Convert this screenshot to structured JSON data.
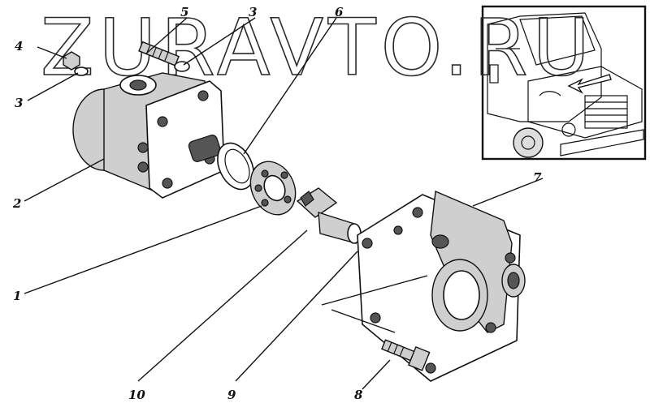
{
  "watermark": "ZURAVTO.RU",
  "corner_mark": "",
  "callouts": [
    {
      "id": "1",
      "text": "1"
    },
    {
      "id": "2",
      "text": "2"
    },
    {
      "id": "3a",
      "text": "3"
    },
    {
      "id": "3b",
      "text": "3"
    },
    {
      "id": "4",
      "text": "4"
    },
    {
      "id": "5",
      "text": "5"
    },
    {
      "id": "6",
      "text": "6"
    },
    {
      "id": "7",
      "text": "7"
    },
    {
      "id": "8",
      "text": "8"
    },
    {
      "id": "9",
      "text": "9"
    },
    {
      "id": "10",
      "text": "10"
    }
  ]
}
